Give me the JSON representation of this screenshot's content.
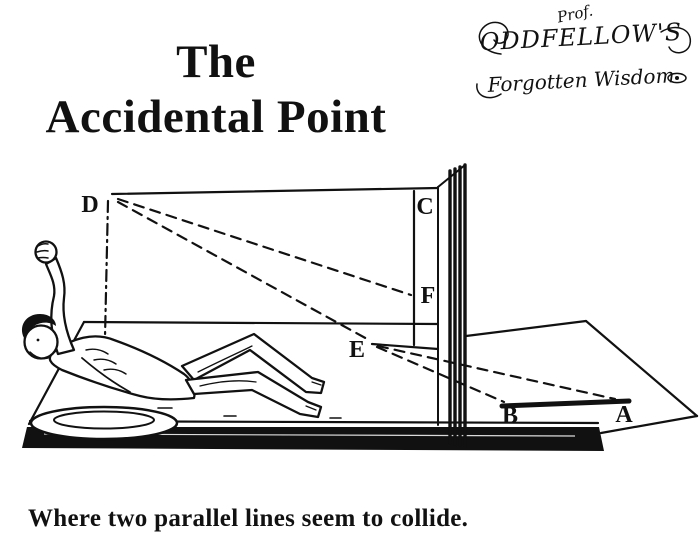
{
  "page": {
    "background": "#ffffff",
    "ink": "#111111"
  },
  "title": {
    "line1": "The",
    "line2": "Accidental Point"
  },
  "logo": {
    "prof": "Prof.",
    "name": "ODDFELLOW'S",
    "tagline": "Forgotten Wisdom"
  },
  "diagram": {
    "labels": {
      "D": "D",
      "C": "C",
      "F": "F",
      "E": "E",
      "B": "B",
      "A": "A"
    }
  },
  "caption": {
    "text": "Where two parallel lines seem to collide."
  }
}
